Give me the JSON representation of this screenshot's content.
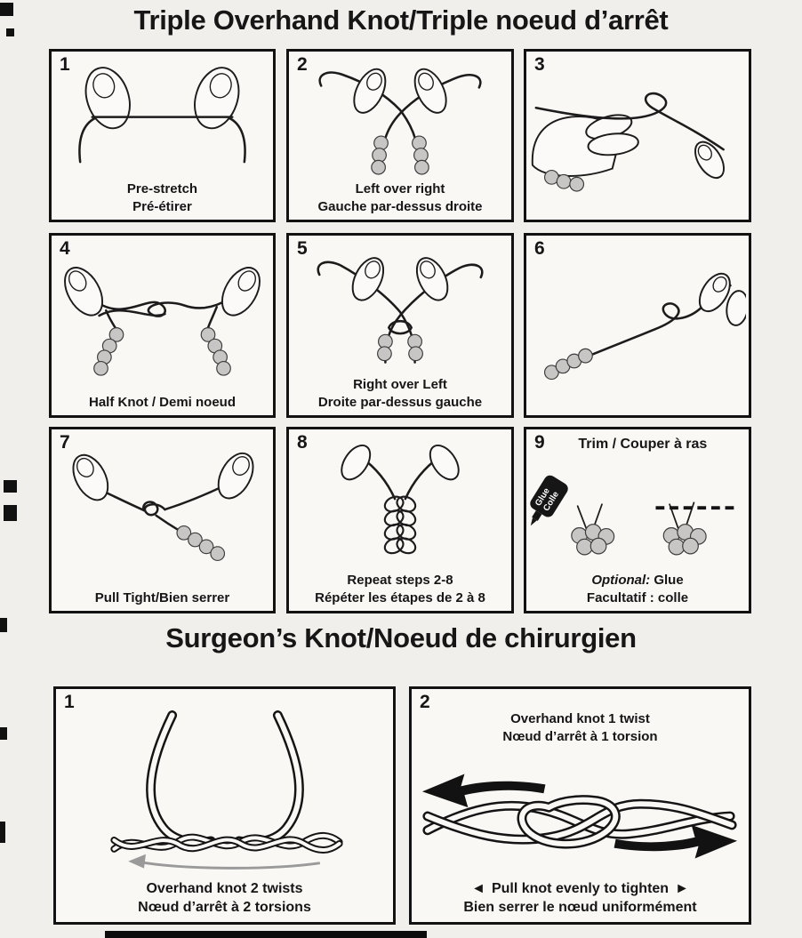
{
  "titles": {
    "triple": "Triple Overhand Knot/Triple noeud d’arrêt",
    "surgeon": "Surgeon’s Knot/Noeud de chirurgien"
  },
  "triple_panels": [
    {
      "num": "1",
      "line1": "Pre-stretch",
      "line2": "Pré-étirer"
    },
    {
      "num": "2",
      "line1": "Left over right",
      "line2": "Gauche par-dessus droite"
    },
    {
      "num": "3"
    },
    {
      "num": "4",
      "line1": "Half Knot / Demi noeud"
    },
    {
      "num": "5",
      "line1": "Right over Left",
      "line2": "Droite par-dessus gauche"
    },
    {
      "num": "6"
    },
    {
      "num": "7",
      "line1": "Pull Tight/Bien serrer"
    },
    {
      "num": "8",
      "line1": "Repeat steps 2-8",
      "line2": "Répéter les étapes de 2 à 8"
    },
    {
      "num": "9"
    }
  ],
  "panel9": {
    "header": "Trim / Couper à ras",
    "glue_line1": "Glue",
    "glue_line2": "Colle",
    "optional_label": "Optional:",
    "optional_text": " Glue",
    "line2": "Facultatif : colle"
  },
  "surgeon": {
    "p1": {
      "num": "1",
      "line1": "Overhand knot 2 twists",
      "line2": "Nœud d’arrêt à 2 torsions"
    },
    "p2": {
      "num": "2",
      "top1": "Overhand knot 1 twist",
      "top2": "Nœud d’arrêt à 1 torsion",
      "bottom1": "Pull knot evenly to tighten",
      "bottom2": "Bien serrer le nœud uniformément",
      "arrow_left": "◄",
      "arrow_right": "►"
    }
  }
}
